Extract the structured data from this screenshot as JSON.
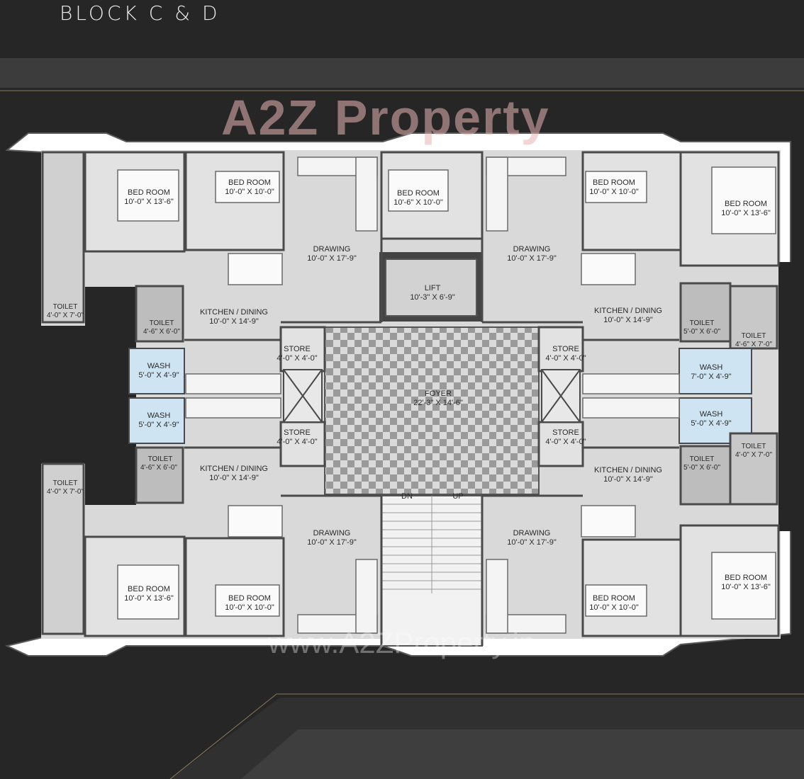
{
  "header": {
    "title": "BLOCK C & D"
  },
  "watermark": {
    "brand": "A2Z Property",
    "url": "www.A2ZProperty.in"
  },
  "colors": {
    "background": "#262626",
    "floor": "#d9d9d9",
    "room": "#e2e2e2",
    "wall": "#4a4a4a",
    "wash": "#cfe4f2",
    "foyer_dark": "#9a9a9a",
    "foyer_light": "#dadada"
  },
  "rooms": {
    "bed_tl_left": {
      "name": "BED ROOM",
      "size": "10'-0\" X 13'-6\""
    },
    "bed_tl_right": {
      "name": "BED ROOM",
      "size": "10'-0\" X 10'-0\""
    },
    "drawing_tl": {
      "name": "DRAWING",
      "size": "10'-0\" X 17'-9\""
    },
    "bed_top_mid": {
      "name": "BED ROOM",
      "size": "10'-6\" X 10'-0\""
    },
    "drawing_tr": {
      "name": "DRAWING",
      "size": "10'-0\" X 17'-9\""
    },
    "bed_tr_left": {
      "name": "BED ROOM",
      "size": "10'-0\" X 10'-0\""
    },
    "bed_tr_right": {
      "name": "BED ROOM",
      "size": "10'-0\" X 13'-6\""
    },
    "lift": {
      "name": "LIFT",
      "size": "10'-3\" X 6'-9\""
    },
    "toilet_l1": {
      "name": "TOILET",
      "size": "4'-0\" X 7'-0\""
    },
    "toilet_l2": {
      "name": "TOILET",
      "size": "4'-6\" X 6'-0\""
    },
    "kitchen_tl": {
      "name": "KITCHEN / DINING",
      "size": "10'-0\" X 14'-9\""
    },
    "kitchen_tr": {
      "name": "KITCHEN / DINING",
      "size": "10'-0\" X 14'-9\""
    },
    "toilet_r1": {
      "name": "TOILET",
      "size": "5'-0\" X 6'-0\""
    },
    "toilet_r2": {
      "name": "TOILET",
      "size": "4'-6\" X 7'-0\""
    },
    "store_tl": {
      "name": "STORE",
      "size": "4'-0\" X 4'-0\""
    },
    "store_tr": {
      "name": "STORE",
      "size": "4'-0\" X 4'-0\""
    },
    "wash_l1": {
      "name": "WASH",
      "size": "5'-0\" X 4'-9\""
    },
    "wash_r1": {
      "name": "WASH",
      "size": "7'-0\" X 4'-9\""
    },
    "foyer": {
      "name": "FOYER",
      "size": "22'-3\" X 14'-6\""
    },
    "wash_l2": {
      "name": "WASH",
      "size": "5'-0\" X 4'-9\""
    },
    "wash_r2": {
      "name": "WASH",
      "size": "5'-0\" X 4'-9\""
    },
    "store_bl": {
      "name": "STORE",
      "size": "4'-0\" X 4'-0\""
    },
    "store_br": {
      "name": "STORE",
      "size": "4'-0\" X 4'-0\""
    },
    "toilet_l3": {
      "name": "TOILET",
      "size": "4'-6\" X 6'-0\""
    },
    "toilet_r3": {
      "name": "TOILET",
      "size": "5'-0\" X 6'-0\""
    },
    "toilet_r4": {
      "name": "TOILET",
      "size": "4'-0\" X 7'-0\""
    },
    "toilet_l4": {
      "name": "TOILET",
      "size": "4'-0\" X 7'-0\""
    },
    "kitchen_bl": {
      "name": "KITCHEN / DINING",
      "size": "10'-0\" X 14'-9\""
    },
    "kitchen_br": {
      "name": "KITCHEN / DINING",
      "size": "10'-0\" X 14'-9\""
    },
    "drawing_bl": {
      "name": "DRAWING",
      "size": "10'-0\" X 17'-9\""
    },
    "drawing_br": {
      "name": "DRAWING",
      "size": "10'-0\" X 17'-9\""
    },
    "bed_bl_left": {
      "name": "BED ROOM",
      "size": "10'-0\" X 13'-6\""
    },
    "bed_bl_right": {
      "name": "BED ROOM",
      "size": "10'-0\" X 10'-0\""
    },
    "bed_br_left": {
      "name": "BED ROOM",
      "size": "10'-0\" X 10'-0\""
    },
    "bed_br_right": {
      "name": "BED ROOM",
      "size": "10'-0\" X 13'-6\""
    }
  },
  "stairs": {
    "down": "DN",
    "up": "UP"
  }
}
